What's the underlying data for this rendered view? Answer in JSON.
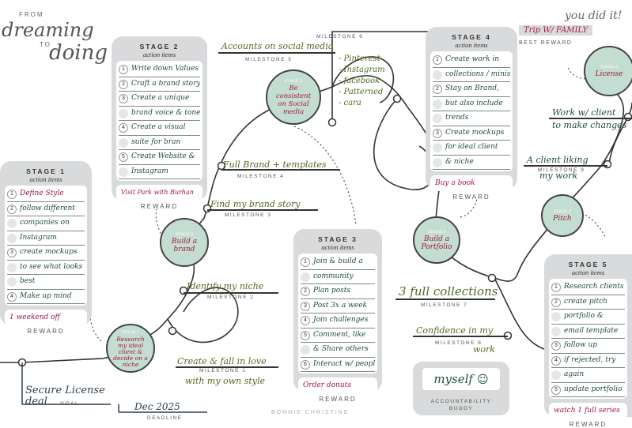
{
  "title": {
    "from": "FROM",
    "dreaming": "dreaming",
    "to": "TO",
    "doing": "doing"
  },
  "corner": {
    "you_did_it": "you did it!"
  },
  "best_reward": {
    "text": "Trip W/ FAMILY",
    "label": "BEST REWARD"
  },
  "stage1": {
    "title": "STAGE 1",
    "sub": "action items",
    "items": [
      {
        "n": "1",
        "t": "Define Style"
      },
      {
        "n": "2",
        "t": "follow different"
      },
      {
        "n": "",
        "t": "companies on"
      },
      {
        "n": "",
        "t": "Instagram"
      },
      {
        "n": "3",
        "t": "create mockups"
      },
      {
        "n": "",
        "t": "to see what looks"
      },
      {
        "n": "",
        "t": "best"
      },
      {
        "n": "4",
        "t": "Make up mind"
      }
    ],
    "reward": "1 weekend off",
    "reward_label": "REWARD"
  },
  "stage2": {
    "title": "STAGE 2",
    "sub": "action items",
    "items": [
      {
        "n": "1",
        "t": "Write down Values"
      },
      {
        "n": "2",
        "t": "Craft a brand story"
      },
      {
        "n": "3",
        "t": "Create a unique"
      },
      {
        "n": "",
        "t": "brand voice & tone"
      },
      {
        "n": "4",
        "t": "Create a visual"
      },
      {
        "n": "",
        "t": "suite for bran"
      },
      {
        "n": "5",
        "t": "Create Website &"
      },
      {
        "n": "",
        "t": "Instagram"
      }
    ],
    "reward": "Visit Park with Burhan",
    "reward_label": "REWARD"
  },
  "stage3": {
    "title": "STAGE 3",
    "sub": "action items",
    "items": [
      {
        "n": "1",
        "t": "Join & build a"
      },
      {
        "n": "",
        "t": "community"
      },
      {
        "n": "2",
        "t": "Plan posts"
      },
      {
        "n": "3",
        "t": "Post 3x a week"
      },
      {
        "n": "4",
        "t": "Join challenges"
      },
      {
        "n": "5",
        "t": "Comment, like"
      },
      {
        "n": "",
        "t": "& Share others"
      },
      {
        "n": "6",
        "t": "Interact w/ people"
      }
    ],
    "reward": "Order donuts",
    "reward_label": "REWARD"
  },
  "stage4": {
    "title": "STAGE 4",
    "sub": "action items",
    "items": [
      {
        "n": "1",
        "t": "Create work in"
      },
      {
        "n": "",
        "t": "collections / minis"
      },
      {
        "n": "2",
        "t": "Stay on Brand,"
      },
      {
        "n": "",
        "t": "but also include"
      },
      {
        "n": "",
        "t": "trends"
      },
      {
        "n": "3",
        "t": "Create mockups"
      },
      {
        "n": "",
        "t": "for ideal client"
      },
      {
        "n": "",
        "t": "& niche"
      }
    ],
    "reward": "Buy a book",
    "reward_label": "REWARD"
  },
  "stage5": {
    "title": "STAGE 5",
    "sub": "action items",
    "items": [
      {
        "n": "1",
        "t": "Research clients"
      },
      {
        "n": "2",
        "t": "create pitch"
      },
      {
        "n": "",
        "t": "portfolio &"
      },
      {
        "n": "",
        "t": "email template"
      },
      {
        "n": "3",
        "t": "follow up"
      },
      {
        "n": "4",
        "t": "if rejected, try"
      },
      {
        "n": "",
        "t": "again"
      },
      {
        "n": "5",
        "t": "update portfolio"
      }
    ],
    "reward": "watch 1 full series",
    "reward_label": "REWARD"
  },
  "circles": {
    "c1": {
      "stage": "STAGE 1",
      "text": "Research my ideal client & decide on a niche"
    },
    "c2": {
      "stage": "STAGE 2",
      "text": "Build a brand"
    },
    "c3": {
      "stage": "STAGE 3",
      "text": "Be consistent on Social media"
    },
    "c4": {
      "stage": "STAGE 4",
      "text": "Build a Portfolio"
    },
    "c5": {
      "stage": "STAGE 5",
      "text": "Pitch"
    },
    "c6": {
      "stage": "STAGE 6",
      "text": "License"
    }
  },
  "milestones": {
    "m1": {
      "text": "Create & fall in love",
      "text2": "with my own style",
      "label": "MILESTONE 1"
    },
    "m2": {
      "text": "Identify my niche",
      "label": "MILESTONE 2"
    },
    "m3": {
      "text": "Find my brand story",
      "label": "MILESTONE 3"
    },
    "m4": {
      "text": "Full Brand + templates",
      "label": "MILESTONE 4"
    },
    "m5": {
      "text": "Accounts on social media",
      "label": "MILESTONE 5"
    },
    "m6": {
      "label": "MILESTONE 6"
    },
    "m7": {
      "text": "3 full collections",
      "label": "MILESTONE 7"
    },
    "m8": {
      "text": "Confidence in my",
      "text2": "work",
      "label": "MILESTONE 8"
    },
    "m9": {
      "text": "A client liking",
      "text2": "my work",
      "label": "MILESTONE 9"
    },
    "m10": {
      "text": "Work w/ client",
      "text2": "to make changes"
    }
  },
  "social_list": [
    "- Pinterest",
    "- Instagram",
    "- facebook",
    "- Patterned",
    "- cara"
  ],
  "goal": {
    "text": "Secure License deal",
    "label": "GOAL"
  },
  "deadline": {
    "text": "Dec 2025",
    "label": "DEADLINE"
  },
  "buddy": {
    "text": "myself",
    "label": "ACCOUNTABILITY BUDDY"
  },
  "credit": "BONNIE CHRISTINE"
}
